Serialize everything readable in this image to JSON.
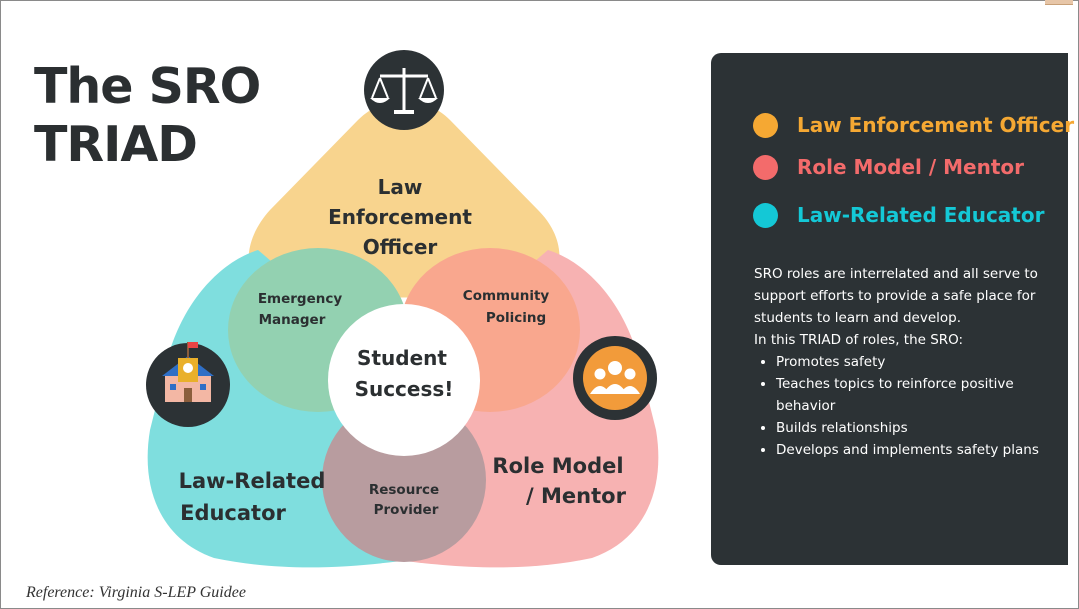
{
  "title": {
    "line1": "The SRO",
    "line2": "TRIAD"
  },
  "diagram": {
    "top_role": [
      "Law",
      "Enforcement",
      "Officer"
    ],
    "left_role": [
      "Law-Related",
      "Educator"
    ],
    "right_role": [
      "Role Model",
      "/ Mentor"
    ],
    "overlap_left_top": [
      "Emergency",
      "Manager"
    ],
    "overlap_right_top": [
      "Community",
      "Policing"
    ],
    "overlap_bottom": [
      "Resource",
      "Provider"
    ],
    "center": [
      "Student",
      "Success!"
    ],
    "icons": {
      "top": "scales-of-justice-icon",
      "left": "school-building-icon",
      "right": "people-group-icon"
    },
    "colors": {
      "law_enforcement": "#f8d48e",
      "law_related": "#7fdede",
      "role_model": "#f7b2b2",
      "emergency_manager": "#93d1b1",
      "community_policing": "#f9a78e",
      "resource_provider": "#b89c9f",
      "icon_circle": "#2c3235"
    }
  },
  "legend": [
    {
      "label": "Law Enforcement Officer",
      "color": "#f5a833"
    },
    {
      "label": "Role Model / Mentor",
      "color": "#f36b6b"
    },
    {
      "label": "Law-Related Educator",
      "color": "#14c8d6"
    }
  ],
  "description": {
    "intro": "SRO roles are interrelated and all serve to support efforts to provide a safe place for students to learn and develop.",
    "lead": "In this TRIAD of roles, the SRO:",
    "bullets": [
      "Promotes safety",
      "Teaches topics to reinforce positive behavior",
      "Builds relationships",
      "Develops and implements safety plans"
    ]
  },
  "reference": "Reference: Virginia S-LEP Guidee"
}
